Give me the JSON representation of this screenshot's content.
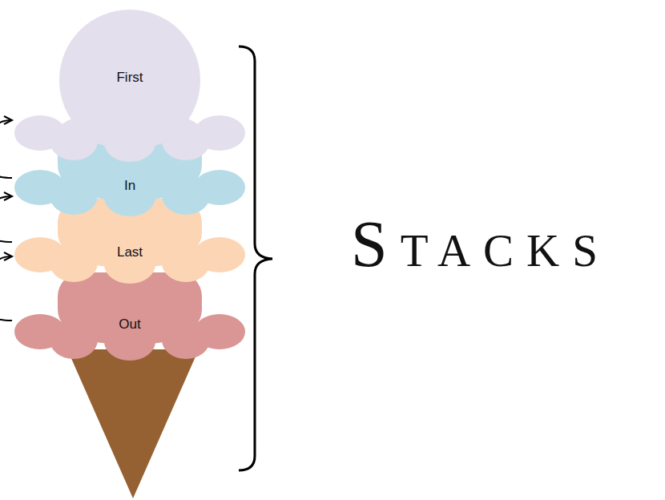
{
  "diagram": {
    "title": "Stacks",
    "nodes": [
      {
        "text": [
          "First"
        ]
      },
      {
        "text": [
          "In"
        ]
      },
      {
        "text": [
          "Last"
        ]
      },
      {
        "text": [
          "Out"
        ]
      }
    ],
    "edges": [
      {
        "from": 3,
        "to": 2,
        "arrow": "to"
      },
      {
        "from": 2,
        "to": 1,
        "arrow": "to"
      },
      {
        "from": 1,
        "to": 0,
        "arrow": "to"
      }
    ]
  }
}
